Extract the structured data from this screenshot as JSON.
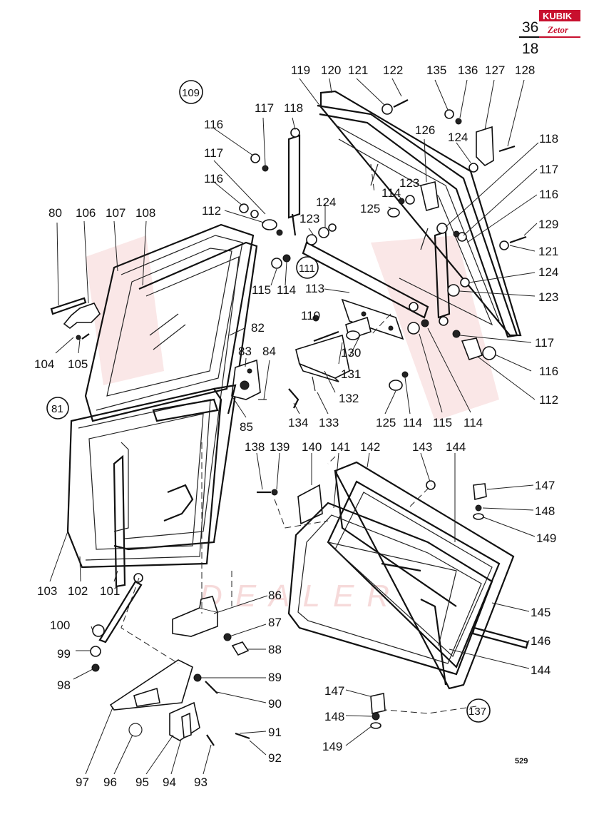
{
  "page": {
    "numerator": "36",
    "denominator": "18"
  },
  "logo": {
    "line1": "KUBIK",
    "line2": "Zetor",
    "brand_color": "#c8102e"
  },
  "watermark": {
    "text": "DEALER",
    "color": "#f3c9c9"
  },
  "sheet_number": "529",
  "groups": [
    "109",
    "111",
    "81",
    "137"
  ],
  "callouts": [
    "80",
    "82",
    "83",
    "84",
    "85",
    "86",
    "87",
    "88",
    "89",
    "90",
    "91",
    "92",
    "93",
    "94",
    "95",
    "96",
    "97",
    "98",
    "99",
    "100",
    "101",
    "102",
    "103",
    "104",
    "105",
    "106",
    "107",
    "108",
    "110",
    "112",
    "112",
    "113",
    "114",
    "114",
    "114",
    "114",
    "115",
    "115",
    "116",
    "116",
    "116",
    "116",
    "117",
    "117",
    "117",
    "117",
    "118",
    "118",
    "119",
    "120",
    "121",
    "121",
    "122",
    "123",
    "123",
    "123",
    "124",
    "124",
    "124",
    "125",
    "125",
    "126",
    "127",
    "128",
    "129",
    "130",
    "131",
    "132",
    "133",
    "134",
    "135",
    "136",
    "138",
    "139",
    "140",
    "141",
    "142",
    "143",
    "144",
    "144",
    "145",
    "146",
    "147",
    "147",
    "148",
    "148",
    "149",
    "149"
  ]
}
